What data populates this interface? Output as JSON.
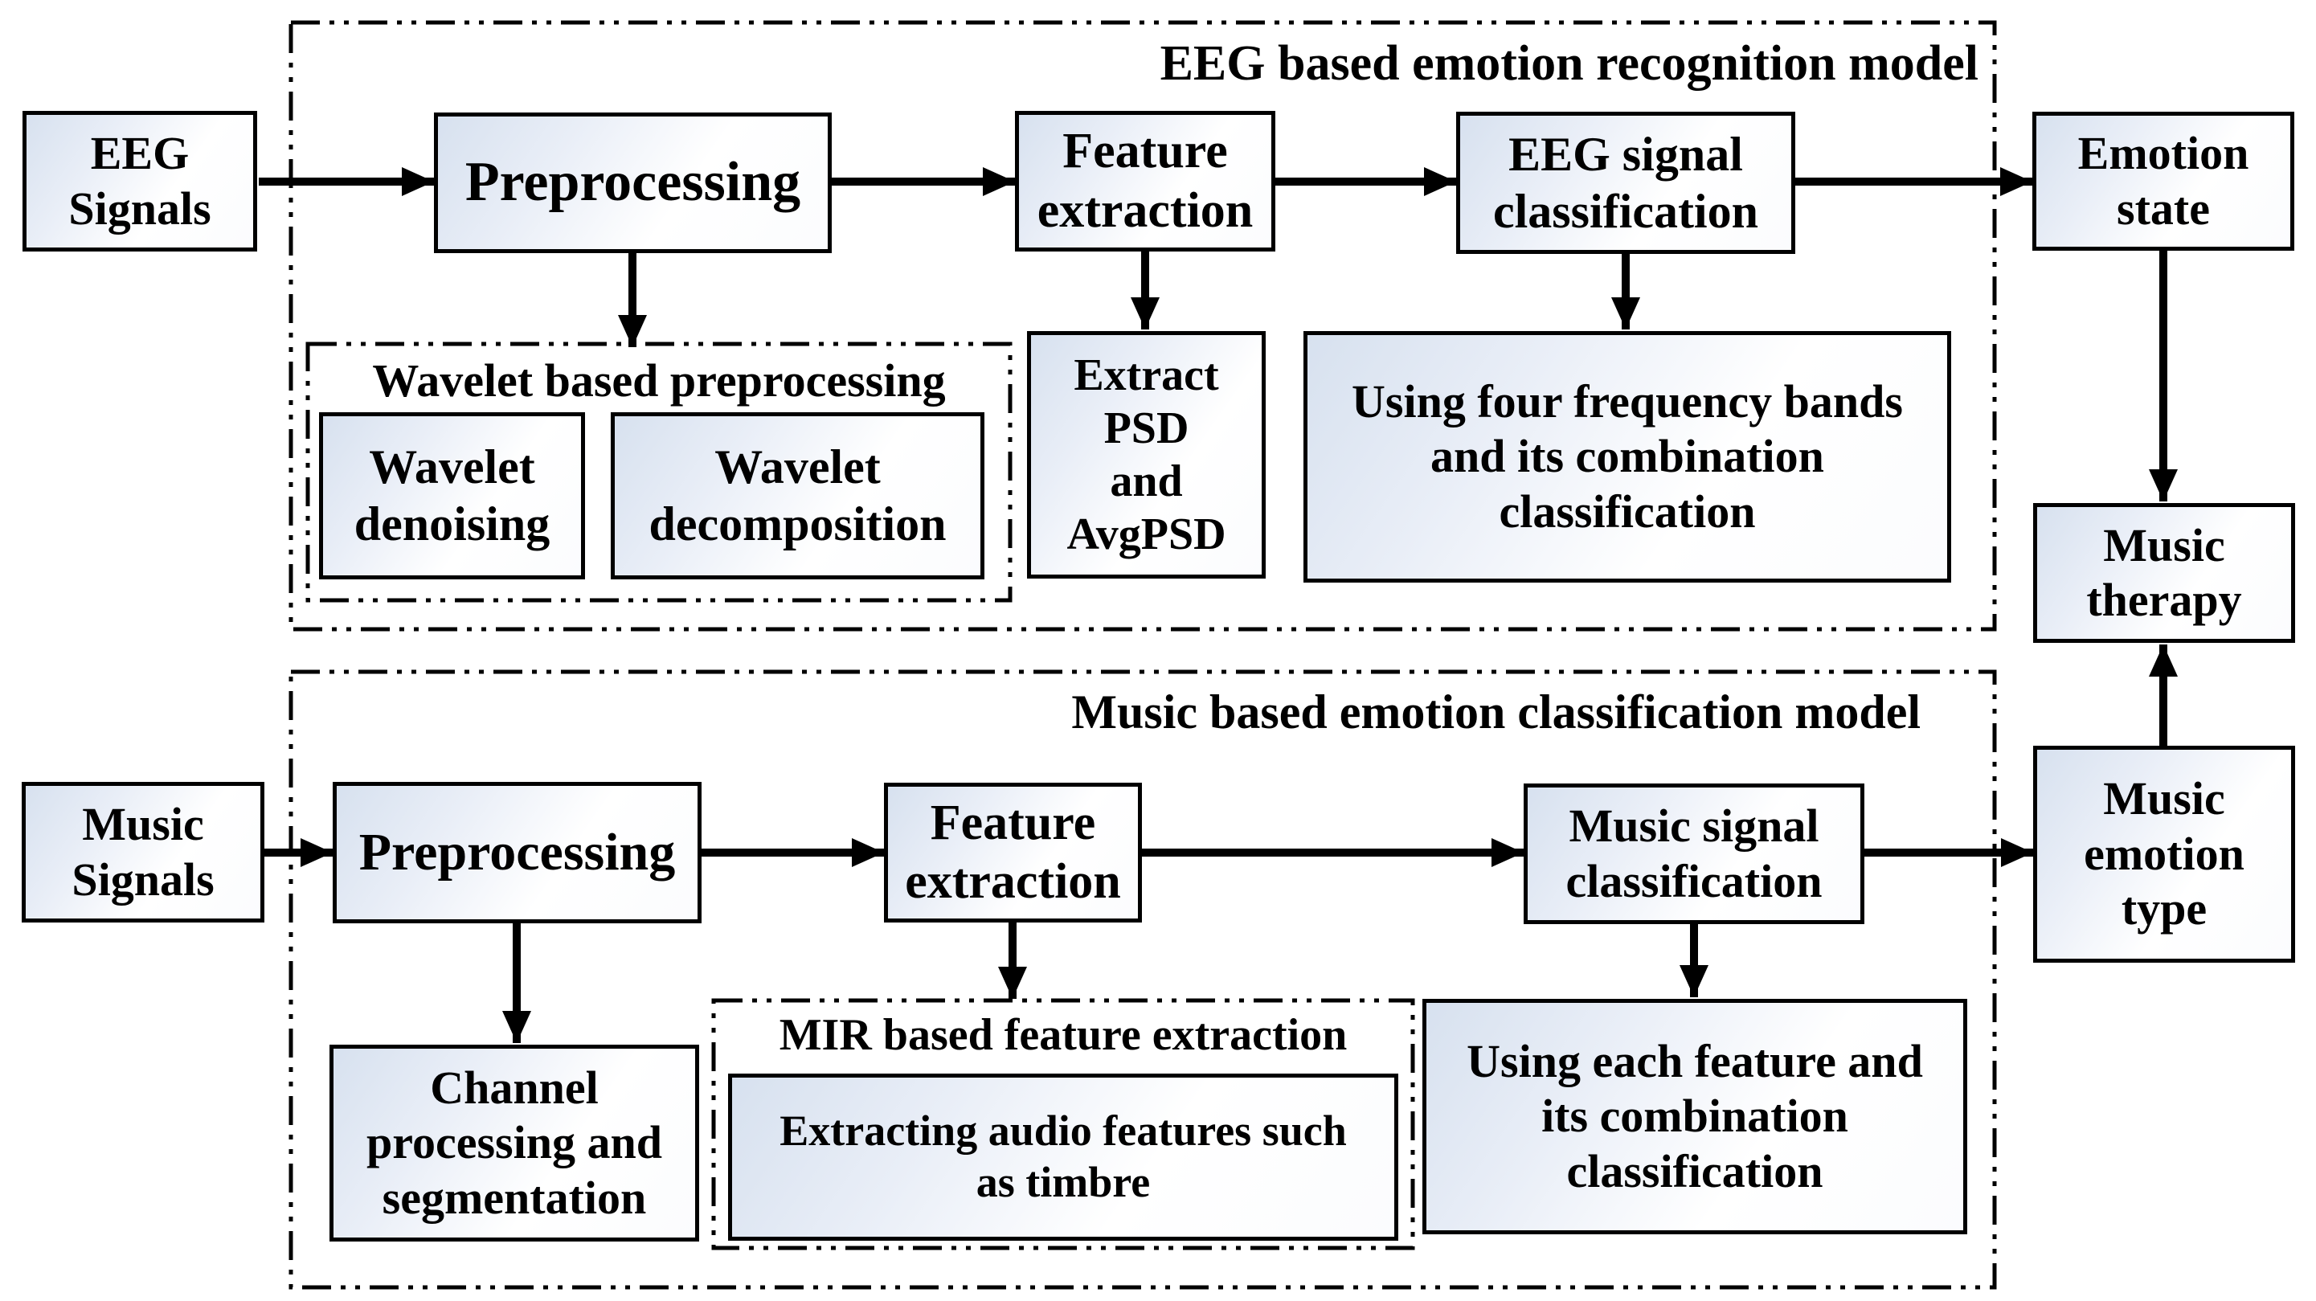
{
  "diagram": {
    "containers": {
      "eeg_model": {
        "title": "EEG based emotion recognition model"
      },
      "music_model": {
        "title": "Music based emotion classification model"
      },
      "wavelet": {
        "title": "Wavelet based preprocessing"
      },
      "mir": {
        "title": "MIR based feature extraction"
      }
    },
    "boxes": {
      "eeg_signals": {
        "label": "EEG\nSignals"
      },
      "preprocessing_eeg": {
        "label": "Preprocessing"
      },
      "feature_extraction_eeg": {
        "label": "Feature\nextraction"
      },
      "eeg_signal_classification": {
        "label": "EEG signal\nclassification"
      },
      "emotion_state": {
        "label": "Emotion\nstate"
      },
      "wavelet_denoising": {
        "label": "Wavelet\ndenoising"
      },
      "wavelet_decomposition": {
        "label": "Wavelet\ndecomposition"
      },
      "extract_psd": {
        "label": "Extract\nPSD\nand\nAvgPSD"
      },
      "using_four_frequency": {
        "label": "Using four frequency bands\nand its combination\nclassification"
      },
      "music_therapy": {
        "label": "Music\ntherapy"
      },
      "music_signals": {
        "label": "Music\nSignals"
      },
      "preprocessing_music": {
        "label": "Preprocessing"
      },
      "feature_extraction_music": {
        "label": "Feature\nextraction"
      },
      "music_signal_classification": {
        "label": "Music signal\nclassification"
      },
      "music_emotion_type": {
        "label": "Music\nemotion\ntype"
      },
      "channel_processing": {
        "label": "Channel\nprocessing and\nsegmentation"
      },
      "extracting_audio": {
        "label": "Extracting audio features such\nas timbre"
      },
      "using_each_feature": {
        "label": "Using each feature and\nits combination\nclassification"
      }
    },
    "colors": {
      "border": "#000000",
      "background": "#ffffff",
      "box_fill_start": "#d7e1ef",
      "box_fill_end": "#ffffff"
    }
  }
}
